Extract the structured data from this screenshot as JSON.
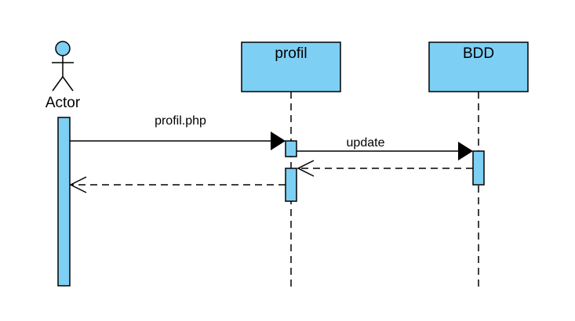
{
  "colors": {
    "fill": "#7ecff4",
    "stroke": "#000000",
    "background": "#ffffff"
  },
  "actor": {
    "label": "Actor"
  },
  "lifelines": [
    {
      "id": "profil",
      "label": "profil"
    },
    {
      "id": "bdd",
      "label": "BDD"
    }
  ],
  "messages": [
    {
      "label": "profil.php",
      "from": "Actor",
      "to": "profil",
      "kind": "sync"
    },
    {
      "label": "update",
      "from": "profil",
      "to": "BDD",
      "kind": "sync"
    },
    {
      "label": "",
      "from": "BDD",
      "to": "profil",
      "kind": "return"
    },
    {
      "label": "",
      "from": "profil",
      "to": "Actor",
      "kind": "return"
    }
  ]
}
